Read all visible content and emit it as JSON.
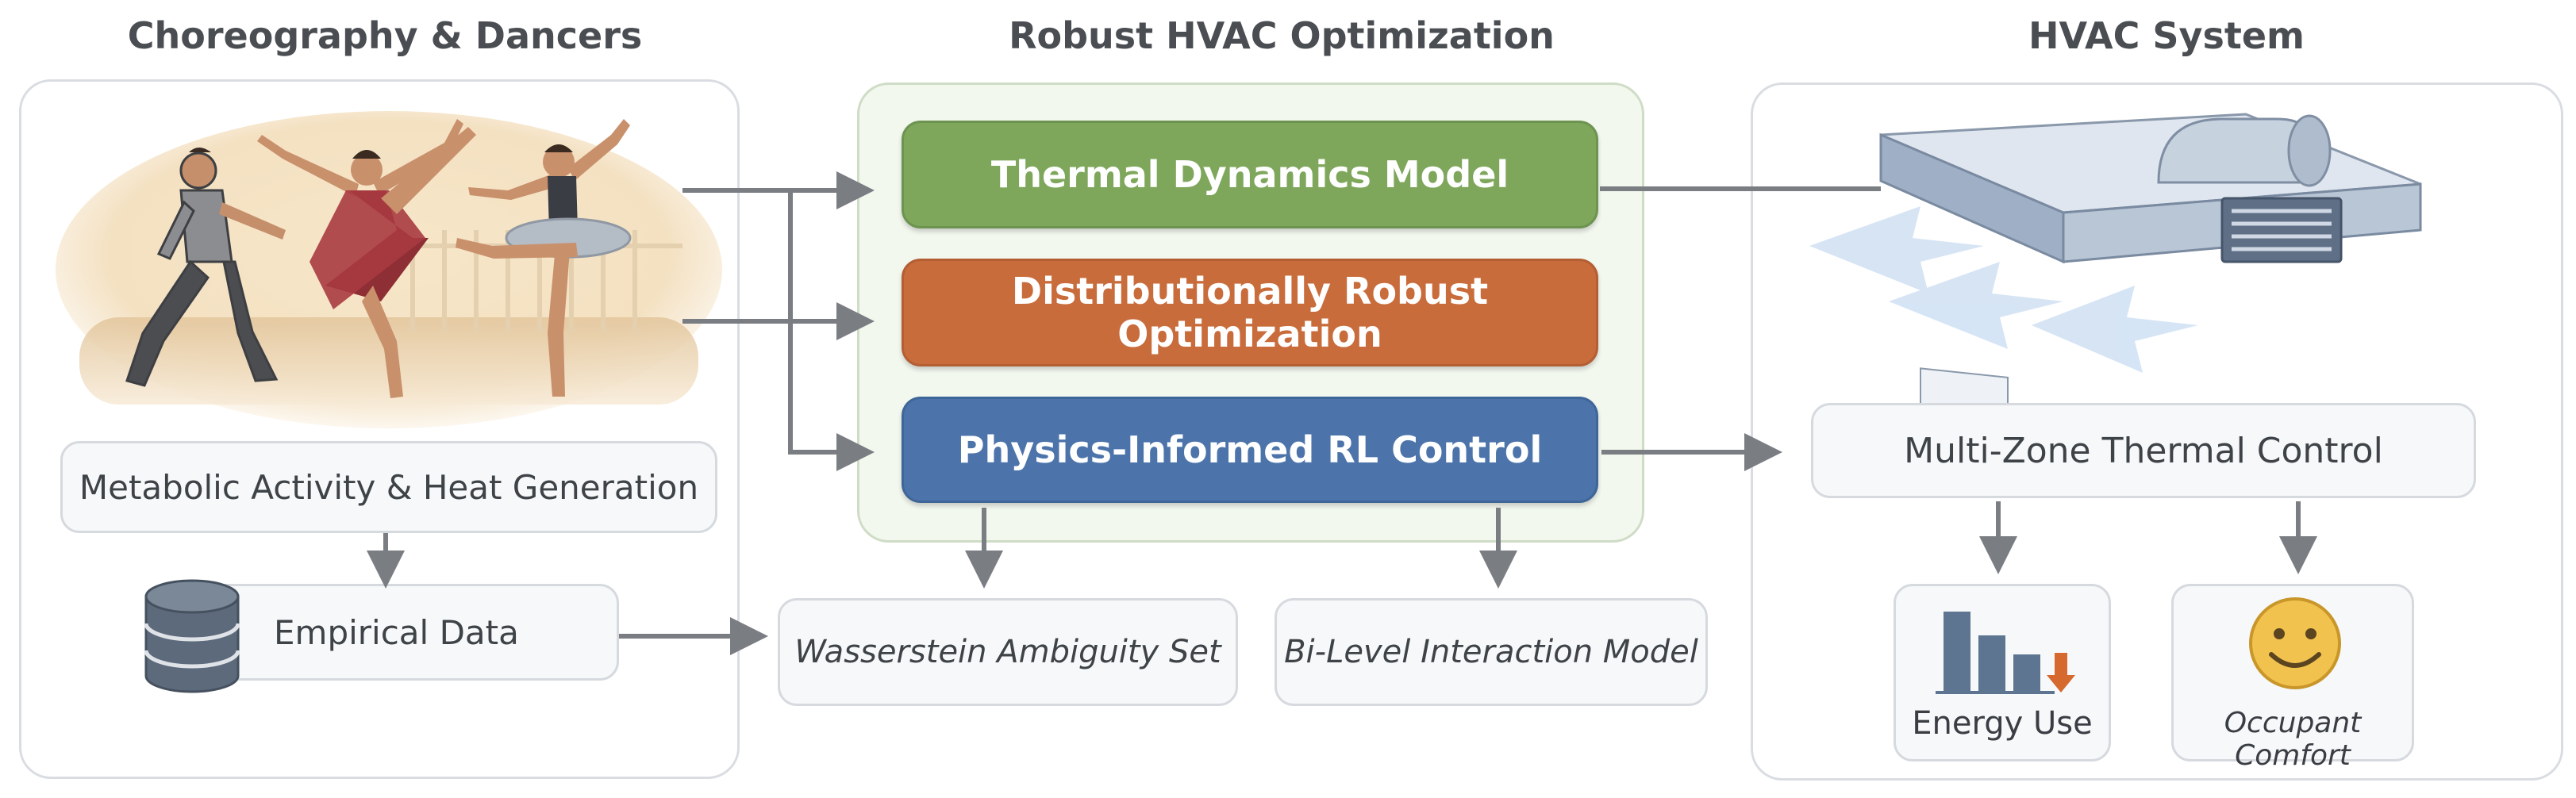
{
  "columns": {
    "left_title": "Choreography & Dancers",
    "center_title": "Robust HVAC Optimization",
    "right_title": "HVAC System"
  },
  "left": {
    "metabolic_label": "Metabolic Activity & Heat Generation",
    "empirical_label": "Empirical Data"
  },
  "center": {
    "thermal_label": "Thermal Dynamics Model",
    "dro_label": "Distributionally Robust Optimization",
    "rl_label": "Physics-Informed RL Control",
    "wasserstein_label": "Wasserstein Ambiguity Set",
    "bilevel_label": "Bi-Level Interaction Model"
  },
  "right": {
    "multizone_label": "Multi-Zone Thermal Control",
    "energy_label": "Energy Use",
    "comfort_label": "Occupant Comfort"
  },
  "colors": {
    "green": "#7fa75c",
    "orange": "#c96c3c",
    "blue": "#4c74ab",
    "arrow": "#7a7d82"
  },
  "icons": [
    "dancers-illustration",
    "database-icon",
    "hvac-unit-illustration",
    "bar-chart-icon",
    "smiley-icon",
    "down-arrow-icon"
  ]
}
